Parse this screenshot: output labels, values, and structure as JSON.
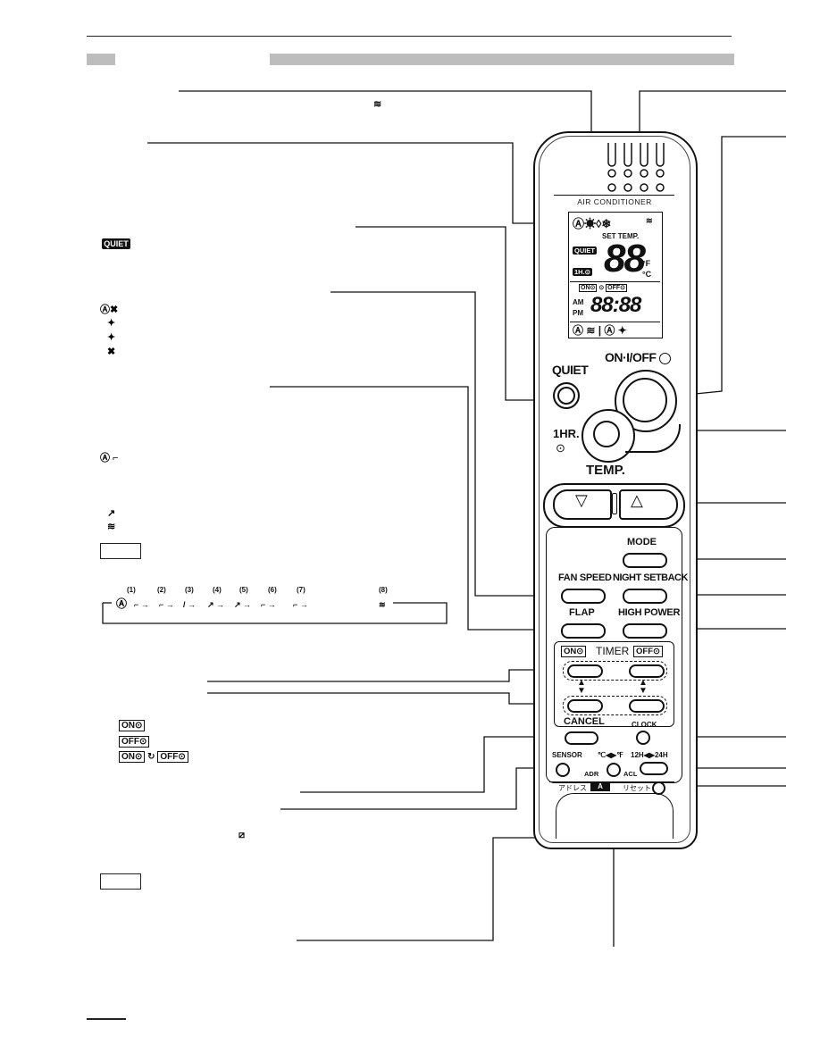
{
  "remote": {
    "brand_label": "AIR CONDITIONER",
    "display": {
      "quiet_badge": "QUIET",
      "set_temp_label": "SET TEMP.",
      "temp_digits": "88",
      "unit_f": "°F",
      "unit_c": "°C",
      "one_hr_badge": "1H.",
      "on_timer_badge": "ON",
      "off_timer_badge": "OFF",
      "am_label": "AM",
      "pm_label": "PM",
      "clock_digits": "88:88"
    },
    "buttons": {
      "quiet": "QUIET",
      "on_off": "ON·I/OFF",
      "one_hr": "1HR.",
      "temp": "TEMP.",
      "mode": "MODE",
      "fan_speed": "FAN SPEED",
      "night_setback": "NIGHT SETBACK",
      "flap": "FLAP",
      "high_power": "HIGH POWER",
      "timer": "TIMER",
      "timer_on": "ON",
      "timer_off": "OFF",
      "cancel": "CANCEL",
      "clock": "CLOCK",
      "sensor": "SENSOR",
      "adr": "ADR",
      "unit_switch": "℃◀▶℉",
      "hour_switch": "12H◀▶24H",
      "acl": "ACL",
      "address_jp": "アドレス",
      "address_mark": "A",
      "reset_jp": "リセット"
    }
  },
  "left_legend": {
    "quiet_icon": "QUIET",
    "flap_steps": [
      "(1)",
      "(2)",
      "(3)",
      "(4)",
      "(5)",
      "(6)",
      "(7)",
      "(8)"
    ],
    "timer_on": "ON",
    "timer_off": "OFF"
  }
}
